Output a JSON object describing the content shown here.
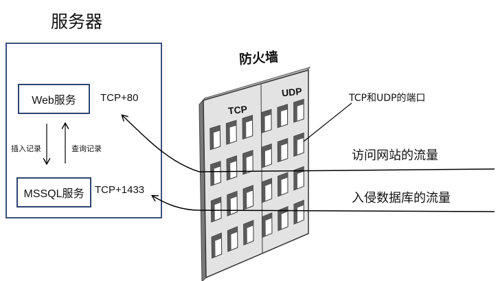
{
  "server": {
    "title": "服务器",
    "web_service": "Web服务",
    "sql_service": "MSSQL服务",
    "insert_label": "插入记录",
    "query_label": "查询记录",
    "web_port": "TCP+80",
    "sql_port": "TCP+1433"
  },
  "firewall": {
    "title": "防火墙",
    "tcp_label": "TCP",
    "udp_label": "UDP",
    "port_note": "TCP和UDP的端口"
  },
  "traffic": {
    "web": "访问网站的流量",
    "attack": "入侵数据库的流量"
  },
  "colors": {
    "frame": "#3a4f7a",
    "box_border": "#2b4470",
    "wall_face": "#e3e3e3",
    "wall_shadow": "#7a7a7a",
    "window_dark": "#5a5a5a"
  }
}
